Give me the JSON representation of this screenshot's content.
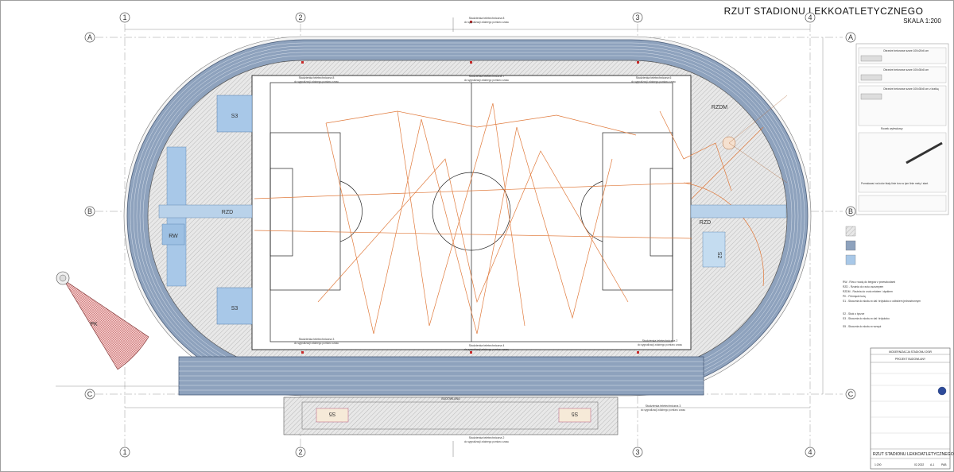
{
  "drawing": {
    "title": "RZUT STADIONU LEKKOATLETYCZNEGO",
    "scale": "SKALA 1:200"
  },
  "grid": {
    "columns": [
      "1",
      "2",
      "3",
      "4"
    ],
    "rows": [
      "A",
      "B",
      "C"
    ]
  },
  "zones": {
    "rzd_west": "RZD",
    "rzd_east": "RZD",
    "rzdm": "RZDM",
    "rw": "RW",
    "s3_upper": "S3",
    "s3_lower": "S3",
    "s2": "S2",
    "s5_left": "S5",
    "s5_right": "S5",
    "pk": "PK"
  },
  "field_notes": {
    "top_left": "Studzienka teletechniczna 8",
    "top_left_sub": "do sygnalizacji zdalnego pomiaru czasu",
    "top_center": "Studzienka teletechniczna 7",
    "top_center_sub": "do sygnalizacji zdalnego pomiaru czasu",
    "top_right": "Studzienka teletechniczna 6",
    "top_right_sub": "do sygnalizacji zdalnego pomiaru czasu",
    "top_outer": "Studzienka teletechniczna 8",
    "top_outer_sub": "do sygnalizacji zdalnego pomiaru czasu",
    "bottom_left": "Studzienka teletechniczna 3",
    "bottom_left_sub": "do sygnalizacji zdalnego pomiaru czasu",
    "bottom_center": "Studzienka teletechniczna 4",
    "bottom_center_sub": "do sygnalizacji zdalnego pomiaru czasu",
    "bottom_right": "Studzienka teletechniczna 2",
    "bottom_right_sub": "do sygnalizacji zdalnego pomiaru czasu",
    "straight_mid": "Studzienka teletechniczna 3",
    "straight_mid_sub": "do sygnalizacji zdalnego pomiaru czasu",
    "straight_bottom": "Studzienka teletechniczna 2",
    "straight_bottom_sub": "do sygnalizacji zdalnego pomiaru czasu",
    "budowlana": "BUDOWLANA"
  },
  "legend_right": {
    "item1": "Obrzeże betonowe szare 100x20x6 cm",
    "item2": "Obrzeże betonowe szare 100x30x8 cm",
    "item3": "Obrzeże betonowe szare 100x30x8 cm z kratką",
    "note1": "Rowek wylewkowy",
    "note_long": "Pomalować na kolor biały linie toru w tym linie mety i start."
  },
  "abbrev": [
    "RW - Rów z wodą do biegów z przeszkodami",
    "RZD - Rzutnia do rzutu oszczepem",
    "RZDM - Rzutnia do rzutu młotem i dyskiem",
    "PK - Pchnięcie kulą",
    "S1 - Skocznia do skoku w dal i trójskoku z odbiciem jednostronnym",
    "S2 - Skok o tyczce",
    "S3 - Skocznia do skoku w dal i trójskoku",
    "S5 - Skocznia do skoku w wzwyż"
  ],
  "title_block": {
    "investor": "MODERNIZACJA STADIONU OSiR",
    "stage": "PROJEKT BUDOWLANY",
    "sheet_title": "RZUT STADIONU LEKKOATLETYCZNEGO",
    "scale": "1:200",
    "date": "02.2022",
    "sheet_no": "A-1",
    "rev": "PAB"
  }
}
